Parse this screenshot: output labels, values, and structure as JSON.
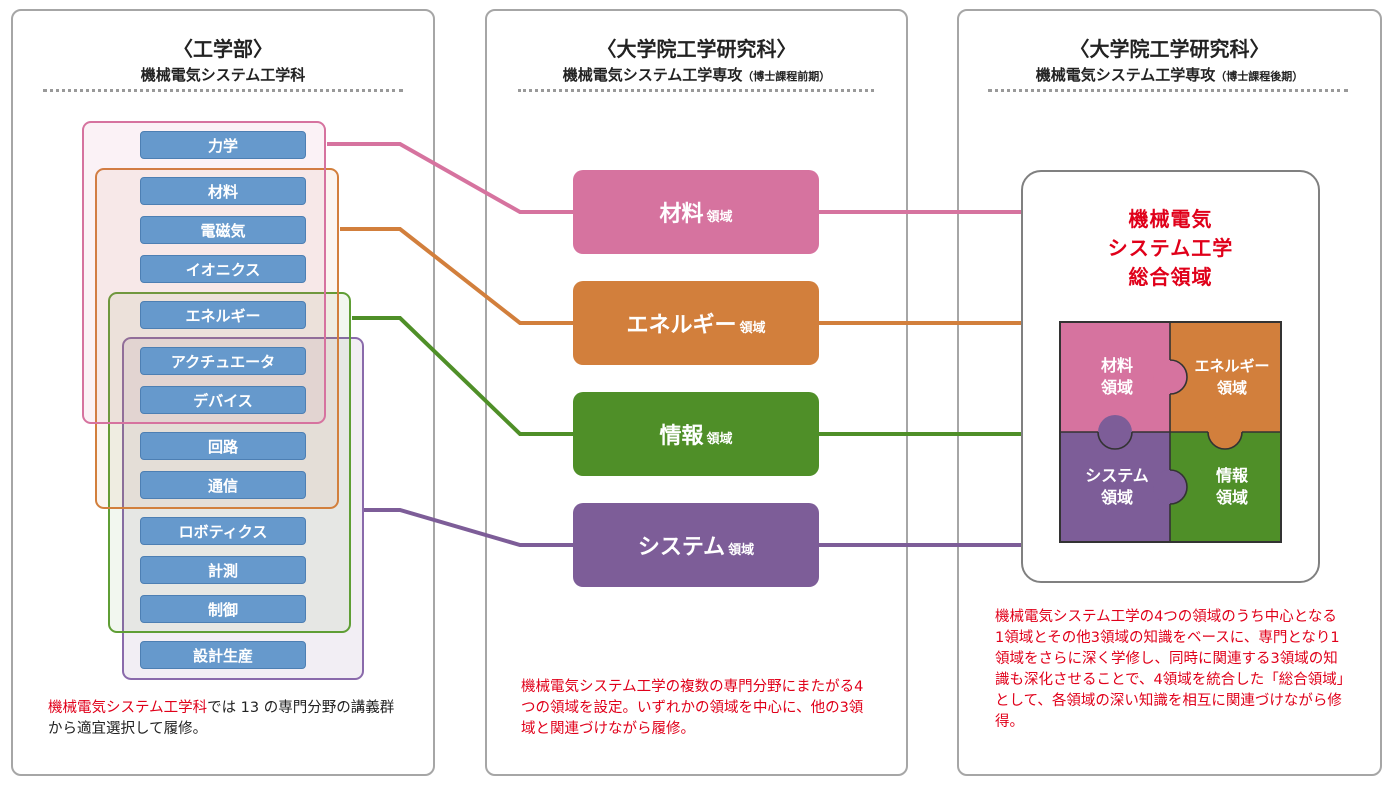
{
  "panels": {
    "undergrad": {
      "title": "〈工学部〉",
      "subtitle": "機械電気システム工学科"
    },
    "masters": {
      "title": "〈大学院工学研究科〉",
      "subtitle": "機械電気システム工学専攻",
      "subtitle_small": "（博士課程前期）"
    },
    "doctoral": {
      "title": "〈大学院工学研究科〉",
      "subtitle": "機械電気システム工学専攻",
      "subtitle_small": "（博士課程後期）"
    }
  },
  "subjects": [
    "力学",
    "材料",
    "電磁気",
    "イオニクス",
    "エネルギー",
    "アクチュエータ",
    "デバイス",
    "回路",
    "通信",
    "ロボティクス",
    "計測",
    "制御",
    "設計生産"
  ],
  "domains": [
    {
      "name": "材料",
      "suffix": "領域",
      "color": "#d6739f"
    },
    {
      "name": "エネルギー",
      "suffix": "領域",
      "color": "#d27f3c"
    },
    {
      "name": "情報",
      "suffix": "領域",
      "color": "#4f8f28"
    },
    {
      "name": "システム",
      "suffix": "領域",
      "color": "#7d5d98"
    }
  ],
  "notes": {
    "undergrad_red": "機械電気システム工学科",
    "undergrad_rest": "では 13 の専門分野の講義群から適宜選択して履修。",
    "masters": "機械電気システム工学の複数の専門分野にまたがる4つの領域を設定。いずれかの領域を中心に、他の3領域と関連づけながら履修。",
    "doctoral": "機械電気システム工学の4つの領域のうち中心となる1領域とその他3領域の知識をベースに、専門となり1領域をさらに深く学修し、同時に関連する3領域の知識も深化させることで、4領域を統合した「総合領域」として、各領域の深い知識を相互に関連づけながら修得。"
  },
  "integrated": {
    "title_line1": "機械電気",
    "title_line2": "システム工学",
    "title_line3": "総合領域",
    "pieces": {
      "materials_1": "材料",
      "materials_2": "領域",
      "energy_1": "エネルギー",
      "energy_2": "領域",
      "system_1": "システム",
      "system_2": "領域",
      "info_1": "情報",
      "info_2": "領域"
    }
  }
}
